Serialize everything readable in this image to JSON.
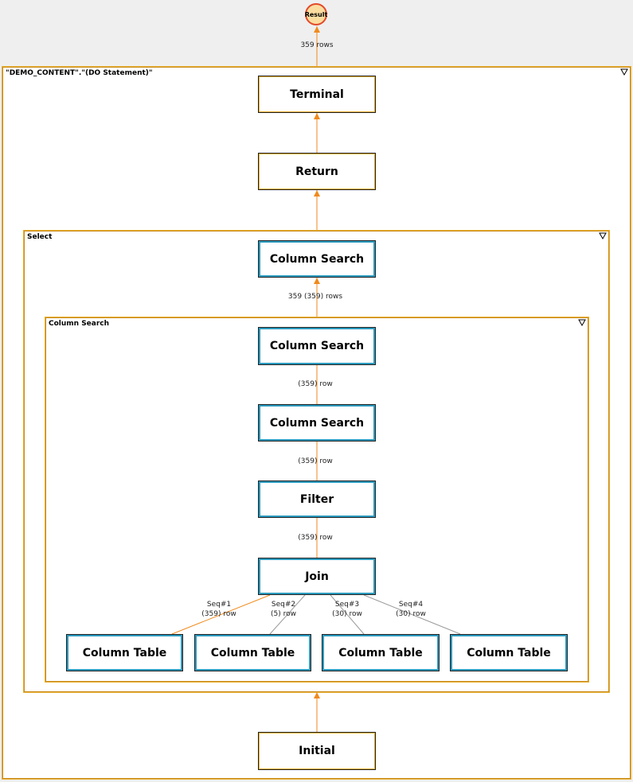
{
  "result": {
    "label": "Result"
  },
  "edges": {
    "result_rows": "359 rows",
    "select_rows": "359 (359) rows",
    "cs_rows": "(359) row",
    "cs2_rows": "(359) row",
    "filter_rows": "(359) row",
    "seq1": {
      "seq": "Seq#1",
      "rows": "(359) row"
    },
    "seq2": {
      "seq": "Seq#2",
      "rows": "(5) row"
    },
    "seq3": {
      "seq": "Seq#3",
      "rows": "(30) row"
    },
    "seq4": {
      "seq": "Seq#4",
      "rows": "(30) row"
    }
  },
  "frames": {
    "outer": "\"DEMO_CONTENT\".\"(DO Statement)\"",
    "select": "Select",
    "column_search": "Column Search"
  },
  "nodes": {
    "terminal": "Terminal",
    "return": "Return",
    "select_column_search": "Column Search",
    "column_search_1": "Column Search",
    "column_search_2": "Column Search",
    "filter": "Filter",
    "join": "Join",
    "column_table": "Column Table",
    "initial": "Initial"
  },
  "colors": {
    "frame_border": "#e8b032",
    "flow_edge": "#f08a1c",
    "inactive_edge": "#9a9a9a",
    "search_node_border": "#2b9bbf",
    "result_fill": "#fbdda0",
    "result_border": "#e24a2a"
  }
}
